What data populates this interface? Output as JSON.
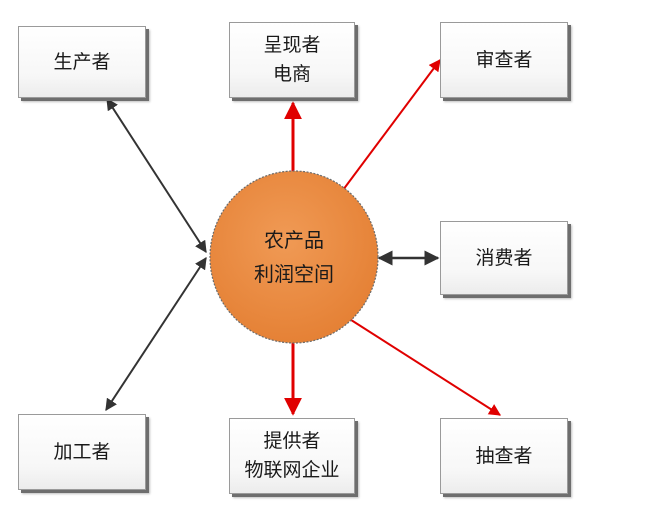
{
  "nodes": {
    "producer": "生产者",
    "presenter_line1": "呈现者",
    "presenter_line2": "电商",
    "reviewer": "审查者",
    "consumer": "消费者",
    "processor": "加工者",
    "provider_line1": "提供者",
    "provider_line2": "物联网企业",
    "inspector": "抽查者"
  },
  "center": {
    "line1": "农产品",
    "line2": "利润空间",
    "color": "#E8863C"
  },
  "colors": {
    "red_arrow": "#E00000",
    "dark_arrow": "#333333"
  }
}
